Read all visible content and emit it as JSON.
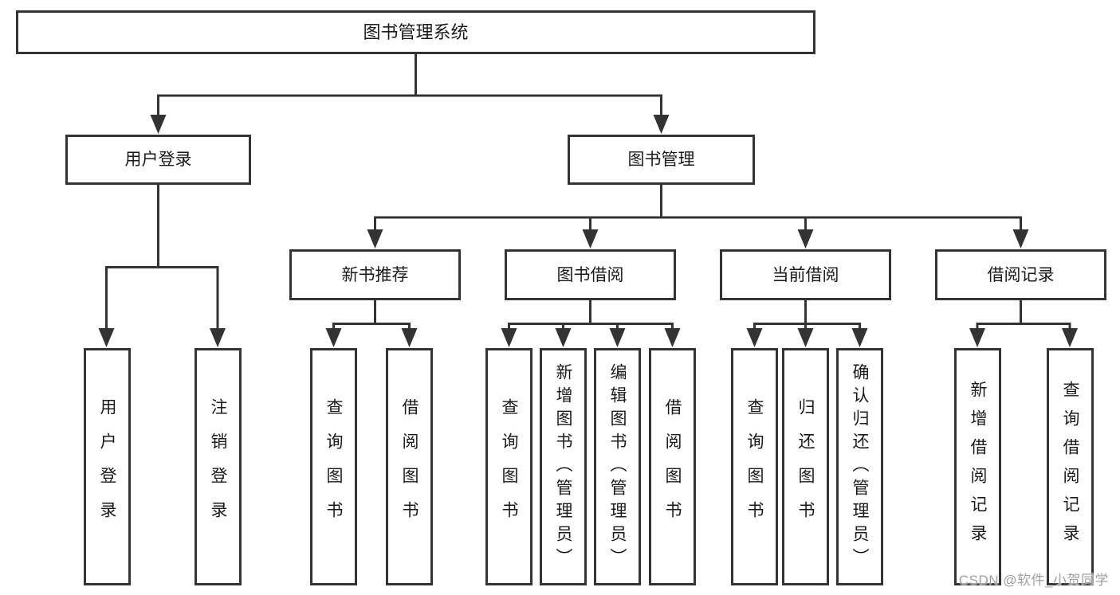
{
  "tree": {
    "root": "图书管理系统",
    "user_login": {
      "label": "用户登录",
      "children": [
        "用户登录",
        "注销登录"
      ]
    },
    "book_management": {
      "label": "图书管理",
      "children": [
        {
          "label": "新书推荐",
          "children": [
            "查询图书",
            "借阅图书"
          ]
        },
        {
          "label": "图书借阅",
          "children": [
            "查询图书",
            "新增图书（管理员）",
            "编辑图书（管理员）",
            "借阅图书"
          ]
        },
        {
          "label": "当前借阅",
          "children": [
            "查询图书",
            "归还图书",
            "确认归还（管理员）"
          ]
        },
        {
          "label": "借阅记录",
          "children": [
            "新增借阅记录",
            "查询借阅记录"
          ]
        }
      ]
    }
  },
  "watermark": "CSDN @软件_小贺同学",
  "colors": {
    "line": "#333333",
    "text": "#1a1a1a",
    "watermark": "#a0a0a0",
    "background": "#ffffff"
  }
}
